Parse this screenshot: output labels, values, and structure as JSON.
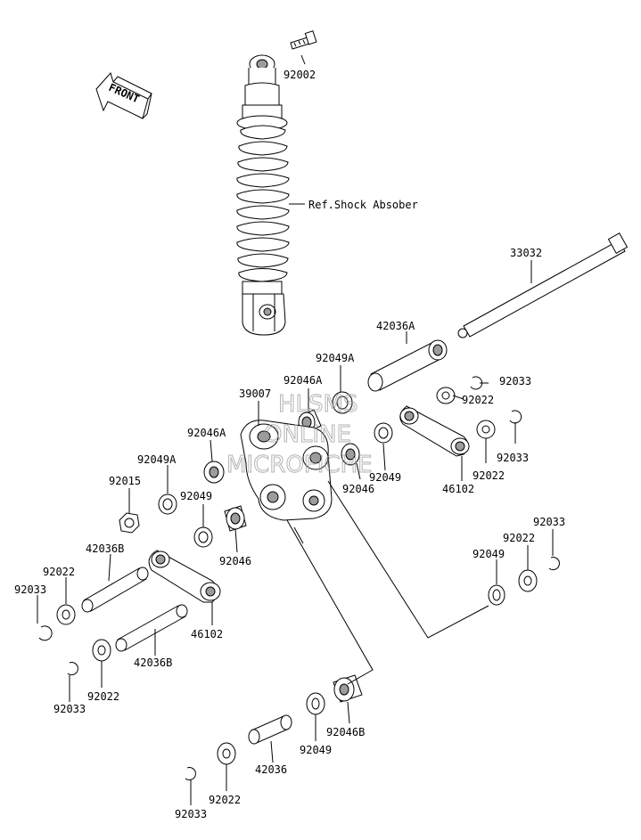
{
  "watermark": [
    "HLSMS",
    "ONLINE",
    "MICROFICHE"
  ],
  "front_label": "FRONT",
  "shock_ref_label": "Ref.Shock Absober",
  "part_labels": {
    "p92002": "92002",
    "p33032": "33032",
    "p42036A": "42036A",
    "p92049A_top": "92049A",
    "p92033_a": "92033",
    "p92046A_top": "92046A",
    "p39007": "39007",
    "p92022_a": "92022",
    "p92033_b": "92033",
    "p92022_b": "92022",
    "p92046A_left": "92046A",
    "p92049A_left": "92049A",
    "p92015": "92015",
    "p92049_a": "92049",
    "p92046_a": "92046",
    "p92049_b": "92049",
    "p92046_b": "92046",
    "p46102_a": "46102",
    "p42036B_a": "42036B",
    "p92022_c": "92022",
    "p92033_c": "92033",
    "p46102_b": "46102",
    "p42036B_b": "42036B",
    "p92022_d": "92022",
    "p92033_d": "92033",
    "p92033_e": "92033",
    "p92022_e": "92022",
    "p92049_c": "92049",
    "p92046B": "92046B",
    "p92049_d": "92049",
    "p42036": "42036",
    "p92022_f": "92022",
    "p92033_f": "92033"
  },
  "colors": {
    "ink": "#000000",
    "watermark": "#9a9a9a",
    "background": "#ffffff"
  }
}
